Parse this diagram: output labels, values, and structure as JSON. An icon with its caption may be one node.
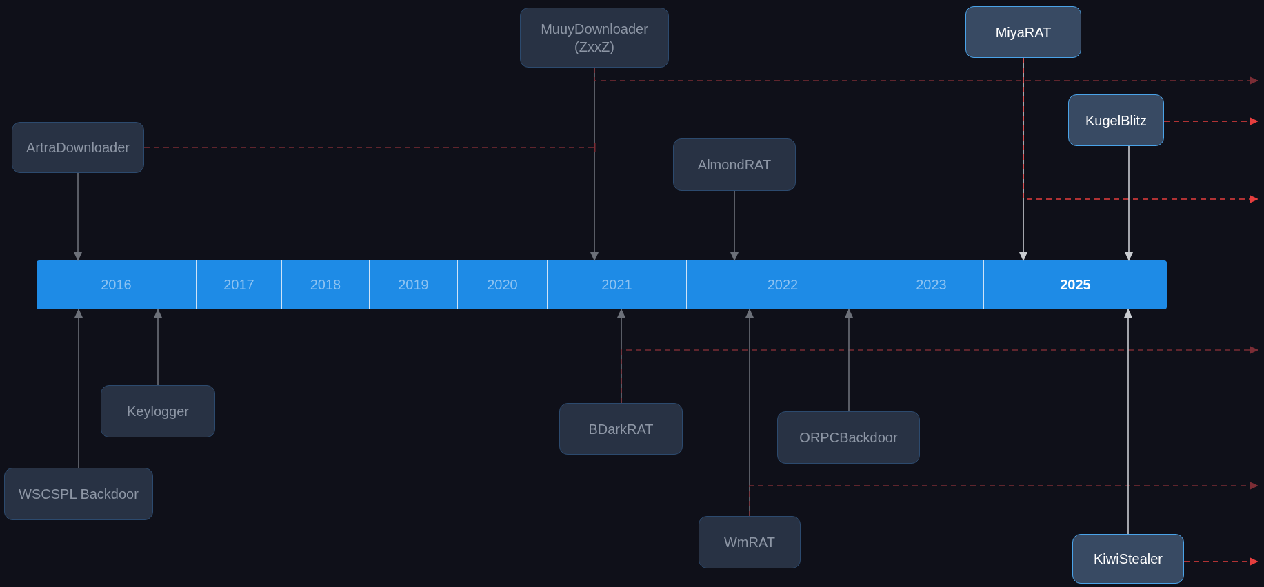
{
  "diagram": {
    "nodes": [
      {
        "text": [
          "MuuyDownloader (ZxxZ)"
        ]
      },
      {
        "text": [
          "MiyaRAT"
        ]
      },
      {
        "text": [
          "KugelBlitz"
        ]
      },
      {
        "text": [
          "ArtraDownloader"
        ]
      },
      {
        "text": [
          "AlmondRAT"
        ]
      },
      {
        "text": [
          "2016"
        ]
      },
      {
        "text": [
          "2017"
        ]
      },
      {
        "text": [
          "2018"
        ]
      },
      {
        "text": [
          "2019"
        ]
      },
      {
        "text": [
          "2020"
        ]
      },
      {
        "text": [
          "2021"
        ]
      },
      {
        "text": [
          "2022"
        ]
      },
      {
        "text": [
          "2023"
        ]
      },
      {
        "text": [
          "2025"
        ]
      },
      {
        "text": [
          "Keylogger"
        ]
      },
      {
        "text": [
          "BDarkRAT"
        ]
      },
      {
        "text": [
          "ORPCBackdoor"
        ]
      },
      {
        "text": [
          "WSCSPL Backdoor"
        ]
      },
      {
        "text": [
          "WmRAT"
        ]
      },
      {
        "text": [
          "KiwiStealer"
        ]
      }
    ],
    "edges": [
      {
        "from": 0,
        "to": 10,
        "arrow": "to"
      },
      {
        "from": 0,
        "to": null,
        "arrow": "to",
        "style": "dashed",
        "color": "#7b2d35"
      },
      {
        "from": 1,
        "to": 13,
        "arrow": "to",
        "color": "#c9ccd1"
      },
      {
        "from": 1,
        "to": null,
        "arrow": "to",
        "style": "dashed",
        "color": "#e53e3e"
      },
      {
        "from": 2,
        "to": null,
        "arrow": "to",
        "style": "dashed",
        "color": "#e53e3e"
      },
      {
        "from": 2,
        "to": 13,
        "arrow": "to",
        "color": "#c9ccd1"
      },
      {
        "from": 3,
        "to": null,
        "arrow": "other",
        "style": "dashed",
        "color": "#7b2d35"
      },
      {
        "from": 3,
        "to": 5,
        "arrow": "to"
      },
      {
        "from": 4,
        "to": 11,
        "arrow": "to"
      },
      {
        "from": 14,
        "to": 5,
        "arrow": "to"
      },
      {
        "from": 15,
        "to": 10,
        "arrow": "to"
      },
      {
        "from": 15,
        "to": null,
        "arrow": "to",
        "style": "dashed",
        "color": "#7b2d35"
      },
      {
        "from": 16,
        "to": 11,
        "arrow": "to"
      },
      {
        "from": 17,
        "to": 5,
        "arrow": "to"
      },
      {
        "from": 18,
        "to": 11,
        "arrow": "to"
      },
      {
        "from": 18,
        "to": null,
        "arrow": "to",
        "style": "dashed",
        "color": "#7b2d35"
      },
      {
        "from": 19,
        "to": 13,
        "arrow": "to",
        "color": "#c9ccd1"
      },
      {
        "from": 19,
        "to": null,
        "arrow": "to",
        "style": "dashed",
        "color": "#e53e3e"
      }
    ]
  }
}
